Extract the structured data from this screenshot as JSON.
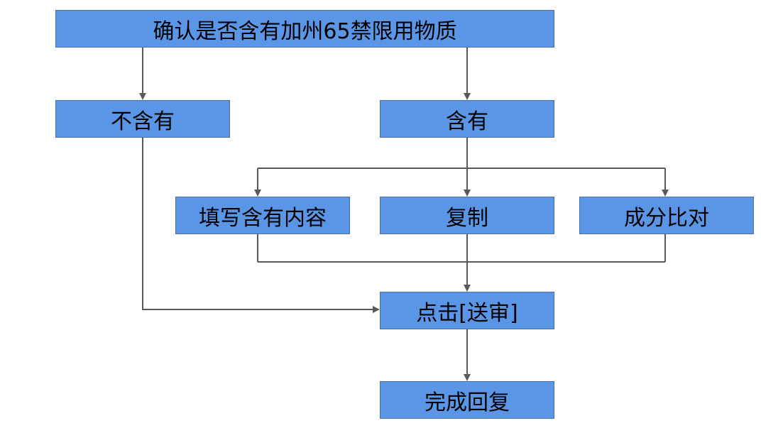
{
  "colors": {
    "node_fill": "#5b95e6",
    "connector": "#595959"
  },
  "nodes": {
    "top": "确认是否含有加州65禁限用物质",
    "not_contain": "不含有",
    "contain": "含有",
    "fill_content": "填写含有内容",
    "copy": "复制",
    "compare": "成分比对",
    "submit": "点击[送审]",
    "complete": "完成回复"
  }
}
